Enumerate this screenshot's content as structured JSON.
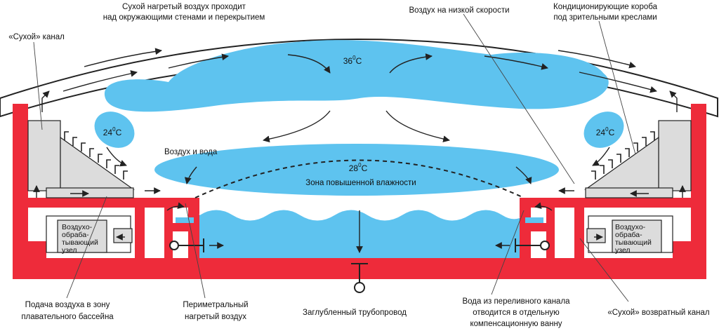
{
  "labels": {
    "dry_heated_air": [
      "Сухой нагретый воздух проходит",
      "над окружающими стенами и перекрытием"
    ],
    "low_speed_air": "Воздух на низкой скорости",
    "conditioning_boxes": [
      "Кондиционирующие короба",
      "под зрительными креслами"
    ],
    "dry_channel": "«Сухой» канал",
    "air_and_water": "Воздух и вода",
    "humidity_zone": "Зона повышенной влажности",
    "pool_air_supply": [
      "Подача воздуха в зону",
      "плавательного бассейна"
    ],
    "perimeter_air": [
      "Периметральный",
      "нагретый воздух"
    ],
    "buried_pipe": "Заглубленный трубопровод",
    "overflow_water": [
      "Вода из переливного канала",
      "отводится в отдельную",
      "компенсационную ванну"
    ],
    "dry_return": "«Сухой» возвратный канал"
  },
  "temperatures": {
    "top": {
      "value": "36",
      "unit": "C"
    },
    "left": {
      "value": "24",
      "unit": "C"
    },
    "right": {
      "value": "24",
      "unit": "C"
    },
    "center": {
      "value": "28",
      "unit": "C"
    }
  },
  "units": {
    "left": [
      "Воздухо-",
      "обраба-",
      "тывающий",
      "узел"
    ],
    "right": [
      "Воздухо-",
      "обраба-",
      "тывающий",
      "узел"
    ]
  },
  "colors": {
    "structure_red": "#ee2b3a",
    "water_blue": "#5ec3ef",
    "equipment_gray": "#dcdcdc",
    "line_dark": "#222222"
  }
}
